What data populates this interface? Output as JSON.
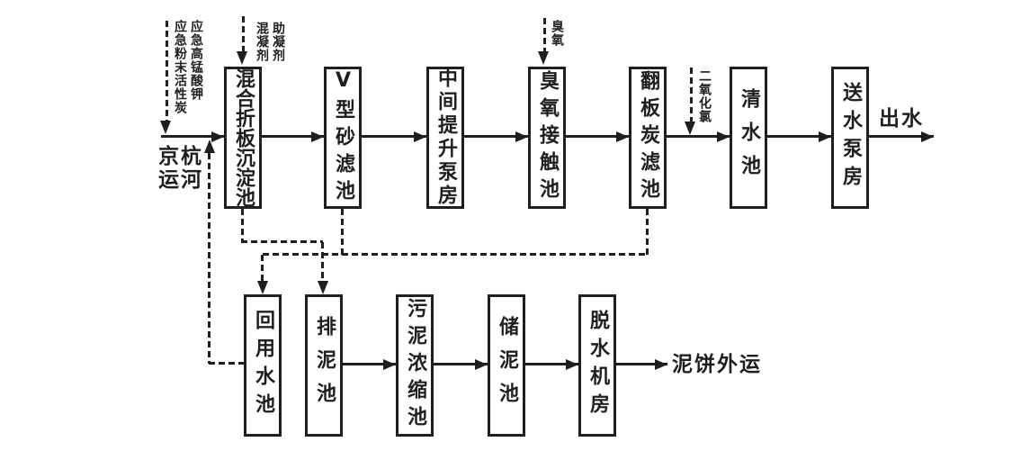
{
  "diagram": {
    "source": {
      "label": "京杭运河"
    },
    "outflow": {
      "label": "出水"
    },
    "sludge_outflow": {
      "label": "泥饼外运"
    },
    "main_process": [
      {
        "label": "混合折板沉淀池"
      },
      {
        "label": "V型砂滤池"
      },
      {
        "label": "中间提升泵房"
      },
      {
        "label": "臭氧接触池"
      },
      {
        "label": "翻板炭滤池"
      },
      {
        "label": "清水池"
      },
      {
        "label": "送水泵房"
      }
    ],
    "sludge_process": [
      {
        "label": "回用水池"
      },
      {
        "label": "排泥池"
      },
      {
        "label": "污泥浓缩池"
      },
      {
        "label": "储泥池"
      },
      {
        "label": "脱水机房"
      }
    ],
    "dosing": {
      "emergency_pac": "应急粉末活性炭",
      "emergency_kmno4": "应急高锰酸钾",
      "coagulant": "混凝剂",
      "coagulant_aid": "助凝剂",
      "ozone": "臭氧",
      "chlorine_dioxide": "二氧化氯"
    },
    "colors": {
      "line": "#1f1f1f",
      "background": "#ffffff"
    }
  }
}
